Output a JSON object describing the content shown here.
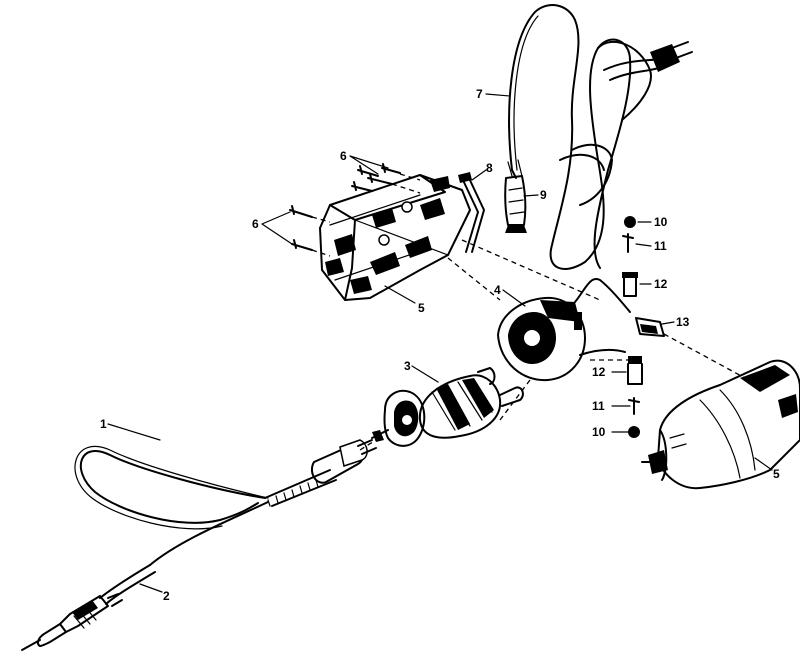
{
  "callouts": [
    "1",
    "2",
    "3",
    "4",
    "5",
    "5",
    "6",
    "6",
    "7",
    "8",
    "9",
    "10",
    "11",
    "12",
    "13",
    "10",
    "11",
    "12"
  ]
}
